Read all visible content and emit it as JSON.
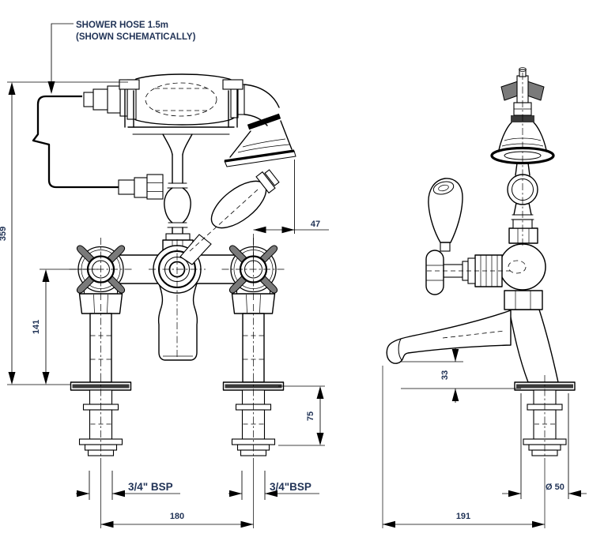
{
  "note": {
    "line1": "SHOWER HOSE 1.5m",
    "line2": "(SHOWN SCHEMATICALLY)"
  },
  "dimensions": {
    "overall_height": "359",
    "deck_to_valve_centre": "141",
    "handset_overhang": "47",
    "below_deck_clearance": "75",
    "inlet_thread_left": "3/4\" BSP",
    "inlet_thread_right": "3/4\"BSP",
    "inlet_centres": "180",
    "spout_to_deck": "33",
    "base_diameter": "Ø 50",
    "spout_reach": "191"
  },
  "colors": {
    "line": "#000000",
    "dimension_text": "#223457",
    "handle_spoke": "#7a7a7a",
    "background": "#ffffff"
  }
}
